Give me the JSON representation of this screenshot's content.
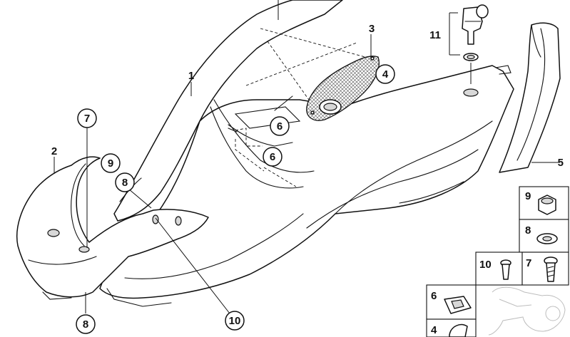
{
  "callouts": {
    "c1": "1",
    "c2": "2",
    "c3": "3",
    "c4": "4",
    "c5": "5",
    "c6a": "6",
    "c6b": "6",
    "c7": "7",
    "c8a": "8",
    "c8b": "8",
    "c9": "9",
    "c10": "10",
    "c11": "11"
  },
  "legend": {
    "item9": "9",
    "item8": "8",
    "item10": "10",
    "item7": "7",
    "item6": "6",
    "item4": "4"
  }
}
